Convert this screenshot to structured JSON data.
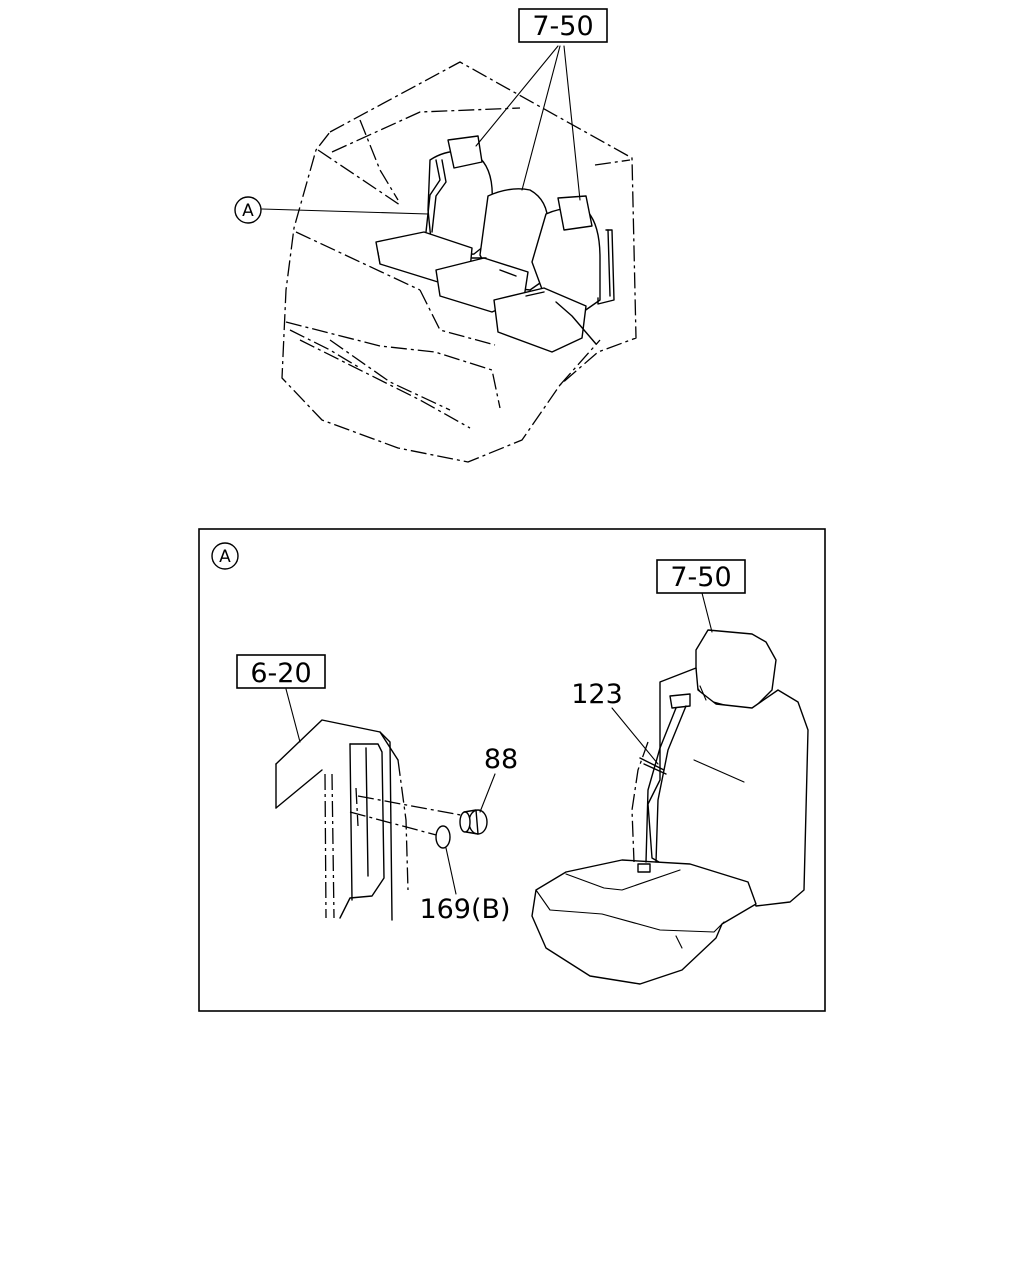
{
  "overview": {
    "ref_label": "7-50",
    "callout": "A"
  },
  "detail": {
    "callout": "A",
    "seat_ref": "7-50",
    "pillar_ref": "6-20",
    "parts": [
      {
        "number": "123"
      },
      {
        "number": "88"
      },
      {
        "number": "169(B)"
      }
    ]
  }
}
